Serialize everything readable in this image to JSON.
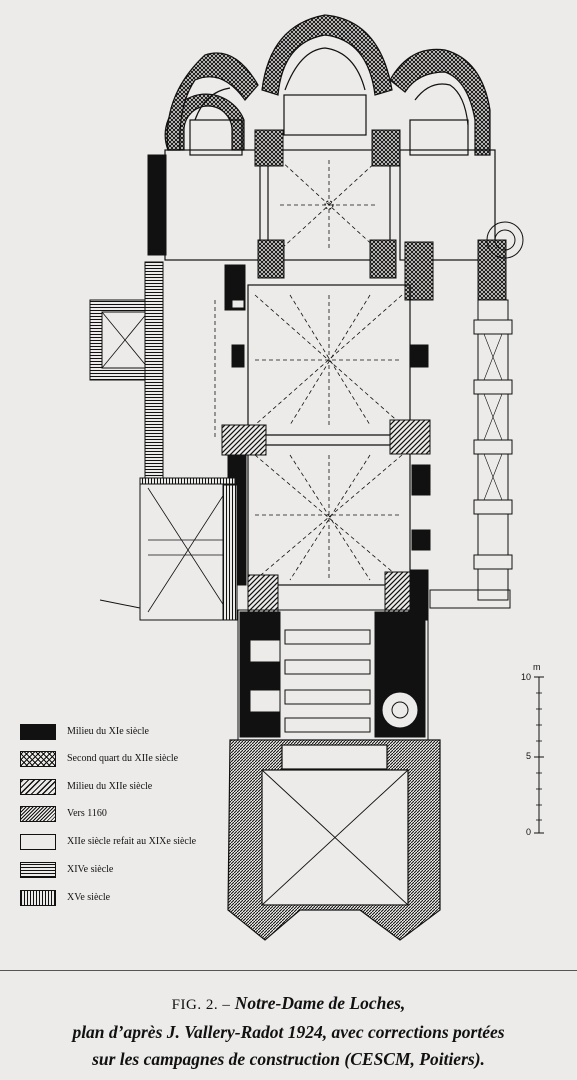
{
  "legend": [
    {
      "label": "Milieu du XIe siècle",
      "pattern": "solid"
    },
    {
      "label": "Second quart du XIIe siècle",
      "pattern": "cross"
    },
    {
      "label": "Milieu du XIIe siècle",
      "pattern": "diag"
    },
    {
      "label": "Vers 1160",
      "pattern": "diag-dense"
    },
    {
      "label": "XIIe siècle refait au XIXe siècle",
      "pattern": "empty"
    },
    {
      "label": "XIVe siècle",
      "pattern": "horiz"
    },
    {
      "label": "XVe siècle",
      "pattern": "vert"
    }
  ],
  "scale": {
    "unit": "m",
    "top_label": "10",
    "mid_label": "5",
    "bottom_label": "0"
  },
  "caption": {
    "fig_label": "FIG. 2. –",
    "title": "Notre-Dame de Loches,",
    "line2": "plan d’après J. Vallery-Radot 1924, avec corrections portées",
    "line3": "sur les campagnes de construction (CESCM, Poitiers)."
  },
  "colors": {
    "ink": "#111111",
    "paper": "#ecebe9"
  }
}
